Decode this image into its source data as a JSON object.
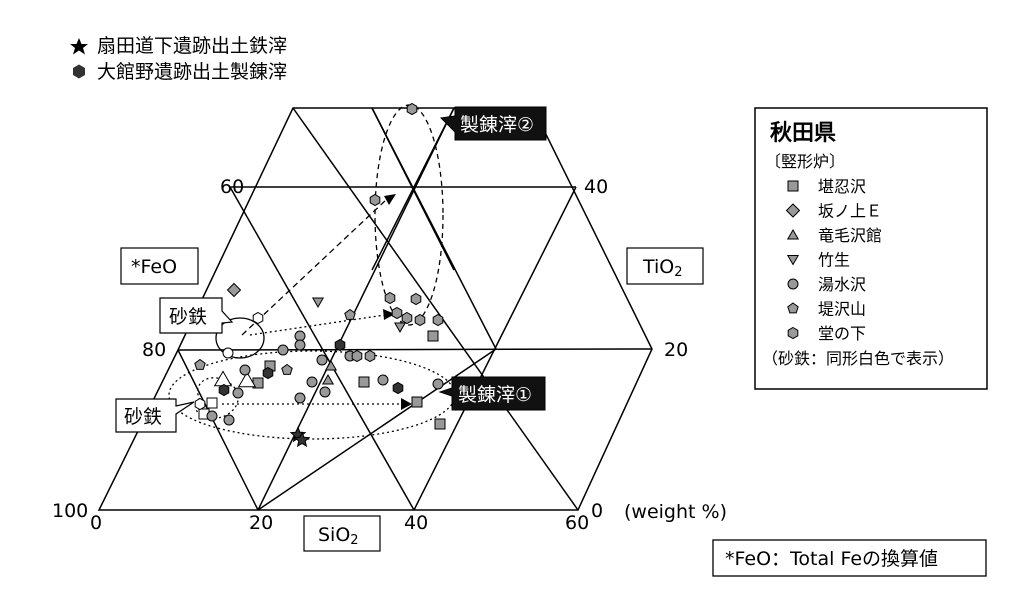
{
  "legend_top": [
    {
      "symbol": "star",
      "label": "扇田道下遺跡出土鉄滓"
    },
    {
      "symbol": "hexagon-dark",
      "label": "大館野遺跡出土製錬滓"
    }
  ],
  "axes": {
    "left_axis_label": "*FeO",
    "right_axis_label_main": "TiO",
    "right_axis_label_sub": "2",
    "bottom_axis_label_main": "SiO",
    "bottom_axis_label_sub": "2",
    "units": "(weight %)",
    "left_ticks": [
      "100",
      "80",
      "60"
    ],
    "right_ticks": [
      "0",
      "20",
      "40"
    ],
    "bottom_ticks": [
      "0",
      "20",
      "40",
      "60"
    ]
  },
  "callouts": {
    "slag1": "製錬滓①",
    "slag2": "製錬滓②",
    "iron_sand_upper": "砂鉄",
    "iron_sand_lower": "砂鉄"
  },
  "legend_box": {
    "title": "秋田県",
    "subtitle": "〔竪形炉〕",
    "items": [
      {
        "symbol": "square",
        "label": "堪忍沢"
      },
      {
        "symbol": "diamond",
        "label": "坂ノ上Ｅ"
      },
      {
        "symbol": "triangle-up",
        "label": "竜毛沢館"
      },
      {
        "symbol": "triangle-down",
        "label": "竹生"
      },
      {
        "symbol": "circle",
        "label": "湯水沢"
      },
      {
        "symbol": "pentagon",
        "label": "堤沢山"
      },
      {
        "symbol": "hexagon",
        "label": "堂の下"
      }
    ],
    "footer": "（砂鉄：同形白色で表示）"
  },
  "footnote": "*FeO：Total Feの換算値",
  "colors": {
    "gray_marker": "#999999",
    "dark_marker": "#333333",
    "line": "#000000",
    "callout_bg": "#111111"
  },
  "chart_data": {
    "type": "scatter",
    "coordinate_system": "ternary (screen coords approximated)",
    "series": [
      {
        "symbol": "square",
        "color": "gray",
        "points": [
          [
            258,
            383
          ],
          [
            270,
            366
          ],
          [
            364,
            382
          ],
          [
            417,
            402
          ],
          [
            433,
            336
          ],
          [
            440,
            424
          ]
        ]
      },
      {
        "symbol": "square",
        "color": "white",
        "points": [
          [
            212,
            403
          ],
          [
            204,
            414
          ]
        ]
      },
      {
        "symbol": "diamond",
        "color": "gray",
        "points": [
          [
            234,
            290
          ]
        ]
      },
      {
        "symbol": "triangle-up",
        "color": "gray",
        "points": [
          [
            328,
            380
          ],
          [
            331,
            366
          ]
        ]
      },
      {
        "symbol": "triangle-up",
        "color": "white",
        "points": [
          [
            223,
            380
          ],
          [
            247,
            381
          ]
        ]
      },
      {
        "symbol": "triangle-down",
        "color": "gray",
        "points": [
          [
            318,
            302
          ],
          [
            400,
            327
          ]
        ]
      },
      {
        "symbol": "circle",
        "color": "gray",
        "points": [
          [
            245,
            370
          ],
          [
            283,
            350
          ],
          [
            300,
            336
          ],
          [
            300,
            345
          ],
          [
            312,
            382
          ],
          [
            322,
            360
          ],
          [
            325,
            392
          ],
          [
            300,
            398
          ],
          [
            350,
            356
          ],
          [
            383,
            380
          ],
          [
            438,
            384
          ],
          [
            212,
            416
          ],
          [
            229,
            420
          ],
          [
            238,
            393
          ]
        ]
      },
      {
        "symbol": "circle",
        "color": "white",
        "points": [
          [
            228,
            353
          ]
        ]
      },
      {
        "symbol": "pentagon",
        "color": "gray",
        "points": [
          [
            200,
            365
          ],
          [
            287,
            370
          ],
          [
            350,
            315
          ]
        ]
      },
      {
        "symbol": "hexagon",
        "color": "gray",
        "points": [
          [
            412,
            109
          ],
          [
            375,
            200
          ],
          [
            390,
            298
          ],
          [
            407,
            318
          ],
          [
            416,
            299
          ],
          [
            420,
            320
          ],
          [
            438,
            320
          ],
          [
            397,
            313
          ],
          [
            357,
            356
          ],
          [
            370,
            356
          ]
        ]
      },
      {
        "symbol": "hexagon",
        "color": "white",
        "points": [
          [
            258,
            318
          ],
          [
            200,
            404
          ]
        ]
      },
      {
        "symbol": "hexagon-dark",
        "color": "dark",
        "points": [
          [
            340,
            345
          ],
          [
            398,
            388
          ],
          [
            224,
            390
          ],
          [
            268,
            373
          ]
        ]
      },
      {
        "symbol": "star",
        "color": "dark",
        "points": [
          [
            298,
            435
          ],
          [
            302,
            440
          ]
        ]
      }
    ]
  }
}
